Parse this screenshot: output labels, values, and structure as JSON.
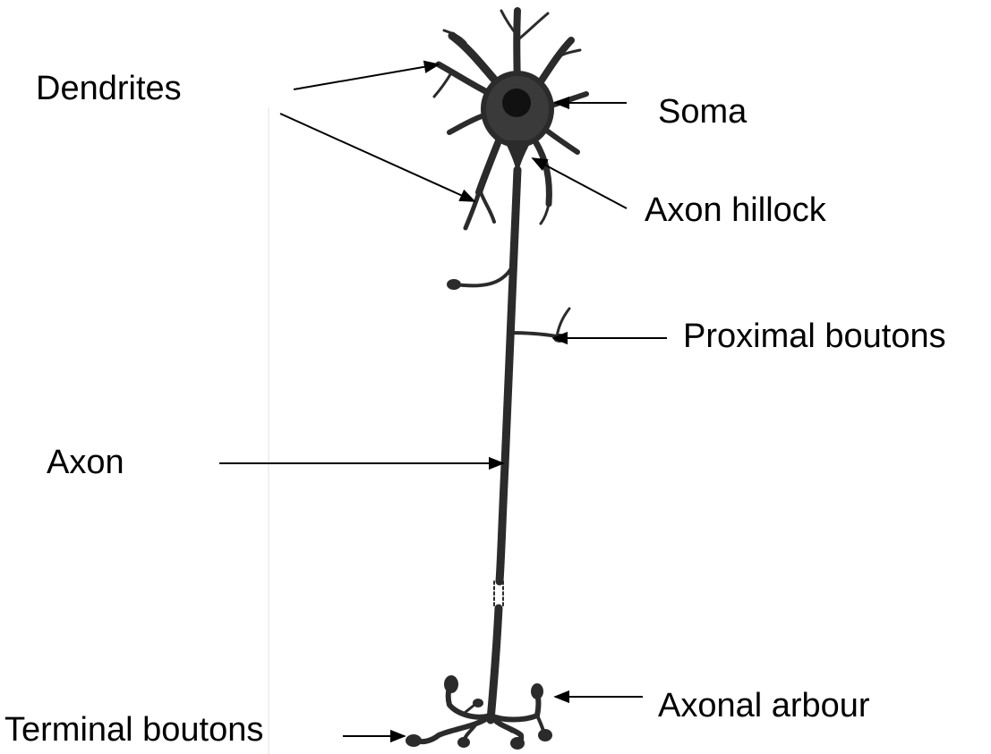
{
  "labels": {
    "dendrites": "Dendrites",
    "soma": "Soma",
    "axon_hillock": "Axon hillock",
    "proximal_boutons": "Proximal boutons",
    "axon": "Axon",
    "axonal_arbour": "Axonal arbour",
    "terminal_boutons": "Terminal boutons"
  },
  "colors": {
    "background": "#ffffff",
    "neuron": "#2b2b2b",
    "text": "#000000"
  }
}
